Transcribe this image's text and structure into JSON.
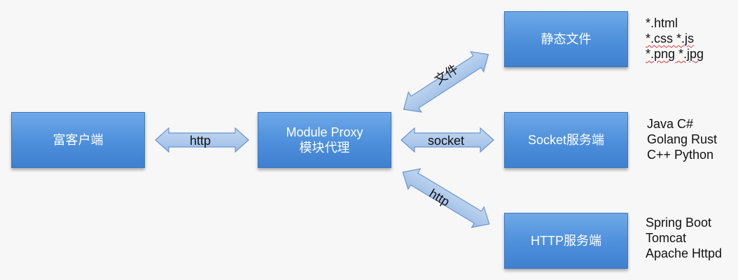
{
  "boxes": {
    "client": "富客户端",
    "proxy_line1": "Module Proxy",
    "proxy_line2": "模块代理",
    "static": "静态文件",
    "socket": "Socket服务端",
    "http": "HTTP服务端"
  },
  "arrow_labels": {
    "client_proxy": "http",
    "proxy_socket": "socket",
    "proxy_static": "文件",
    "proxy_http": "http"
  },
  "notes": {
    "static": [
      "*.html",
      "*.css *.js",
      "*.png *.jpg"
    ],
    "socket": [
      "Java C#",
      "Golang  Rust",
      "C++  Python"
    ],
    "http": [
      "Spring Boot",
      "Tomcat",
      "Apache Httpd"
    ]
  },
  "colors": {
    "box_fill": "#5b9be1",
    "arrow_fill": "#a9c7ea",
    "arrow_stroke": "#6a96cf"
  }
}
